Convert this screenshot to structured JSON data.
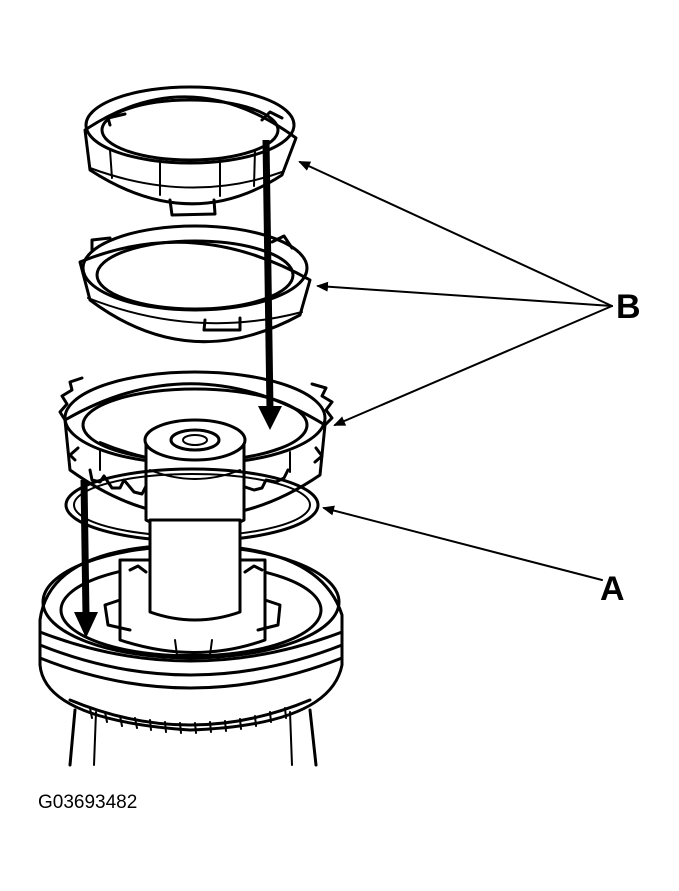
{
  "callouts": {
    "a_label": "A",
    "b_label": "B"
  },
  "figure_code": "G03693482",
  "colors": {
    "ink": "#000000",
    "paper": "#ffffff"
  }
}
